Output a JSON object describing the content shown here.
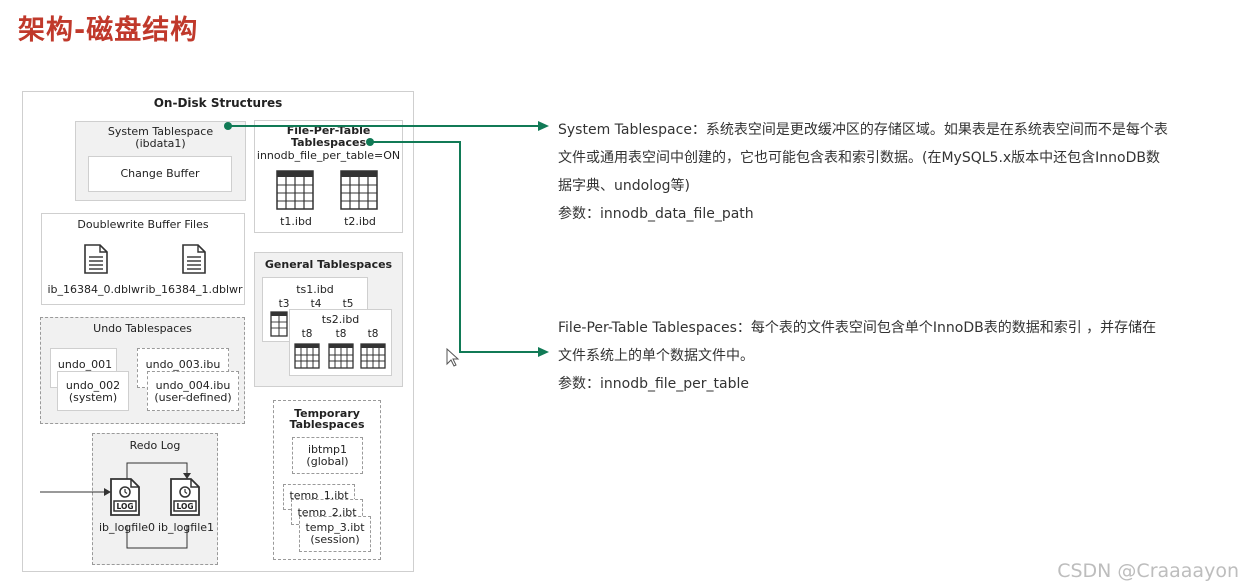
{
  "page": {
    "title": "架构-磁盘结构"
  },
  "diagram": {
    "heading": "On-Disk Structures",
    "system_tablespace": {
      "title": "System Tablespace",
      "subtitle": "(ibdata1)",
      "change_buffer": "Change Buffer"
    },
    "file_per_table": {
      "title_line1": "File-Per-Table",
      "title_line2": "Tablespaces",
      "setting": "innodb_file_per_table=ON",
      "files": [
        "t1.ibd",
        "t2.ibd"
      ]
    },
    "doublewrite": {
      "title": "Doublewrite Buffer Files",
      "files": [
        "ib_16384_0.dblwr",
        "ib_16384_1.dblwr"
      ]
    },
    "general": {
      "title": "General Tablespaces",
      "ts1": "ts1.ibd",
      "ts1_tables": [
        "t3",
        "t4",
        "t5"
      ],
      "ts2": "ts2.ibd",
      "ts2_tables": [
        "t8",
        "t8",
        "t8"
      ]
    },
    "undo": {
      "title": "Undo Tablespaces",
      "undo_001": "undo_001",
      "undo_002": "undo_002",
      "undo_002_sub": "(system)",
      "undo_003": "undo_003.ibu",
      "undo_004": "undo_004.ibu",
      "undo_004_sub": "(user-defined)"
    },
    "temporary": {
      "title_line1": "Temporary",
      "title_line2": "Tablespaces",
      "ibtmp1": "ibtmp1",
      "ibtmp1_sub": "(global)",
      "temp_1": "temp_1.ibt",
      "temp_2": "temp_2.ibt",
      "temp_3": "temp_3.ibt",
      "temp_3_sub": "(session)"
    },
    "redo": {
      "title": "Redo Log",
      "files": [
        "ib_logfile0",
        "ib_logfile1"
      ],
      "log_label": "LOG"
    }
  },
  "notes": {
    "system": {
      "line1": "System Tablespace：系统表空间是更改缓冲区的存储区域。如果表是在系统表空间而不是每个表",
      "line2": "文件或通用表空间中创建的，它也可能包含表和索引数据。(在MySQL5.x版本中还包含InnoDB数",
      "line3": "据字典、undolog等)",
      "param": "参数：innodb_data_file_path"
    },
    "file_per_table": {
      "line1": "File-Per-Table Tablespaces：每个表的文件表空间包含单个InnoDB表的数据和索引 ，并存储在",
      "line2": "文件系统上的单个数据文件中。",
      "param": "参数：innodb_file_per_table"
    }
  },
  "watermark": "CSDN @Craaaayon",
  "colors": {
    "title": "#c0392b",
    "arrow": "#117a56"
  }
}
